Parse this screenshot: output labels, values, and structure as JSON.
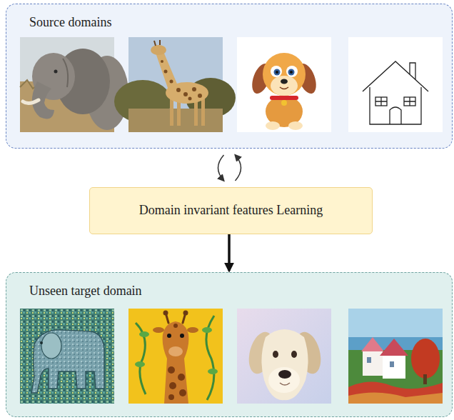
{
  "diagram": {
    "nodes": [
      {
        "text": [
          "Source domains"
        ]
      },
      {
        "text": [
          "Domain invariant features Learning"
        ]
      },
      {
        "text": [
          "Unseen target domain"
        ]
      }
    ],
    "edges": [
      {
        "from": 0,
        "to": 1,
        "arrow": "both"
      },
      {
        "from": 1,
        "to": 2,
        "arrow": "to"
      }
    ]
  }
}
